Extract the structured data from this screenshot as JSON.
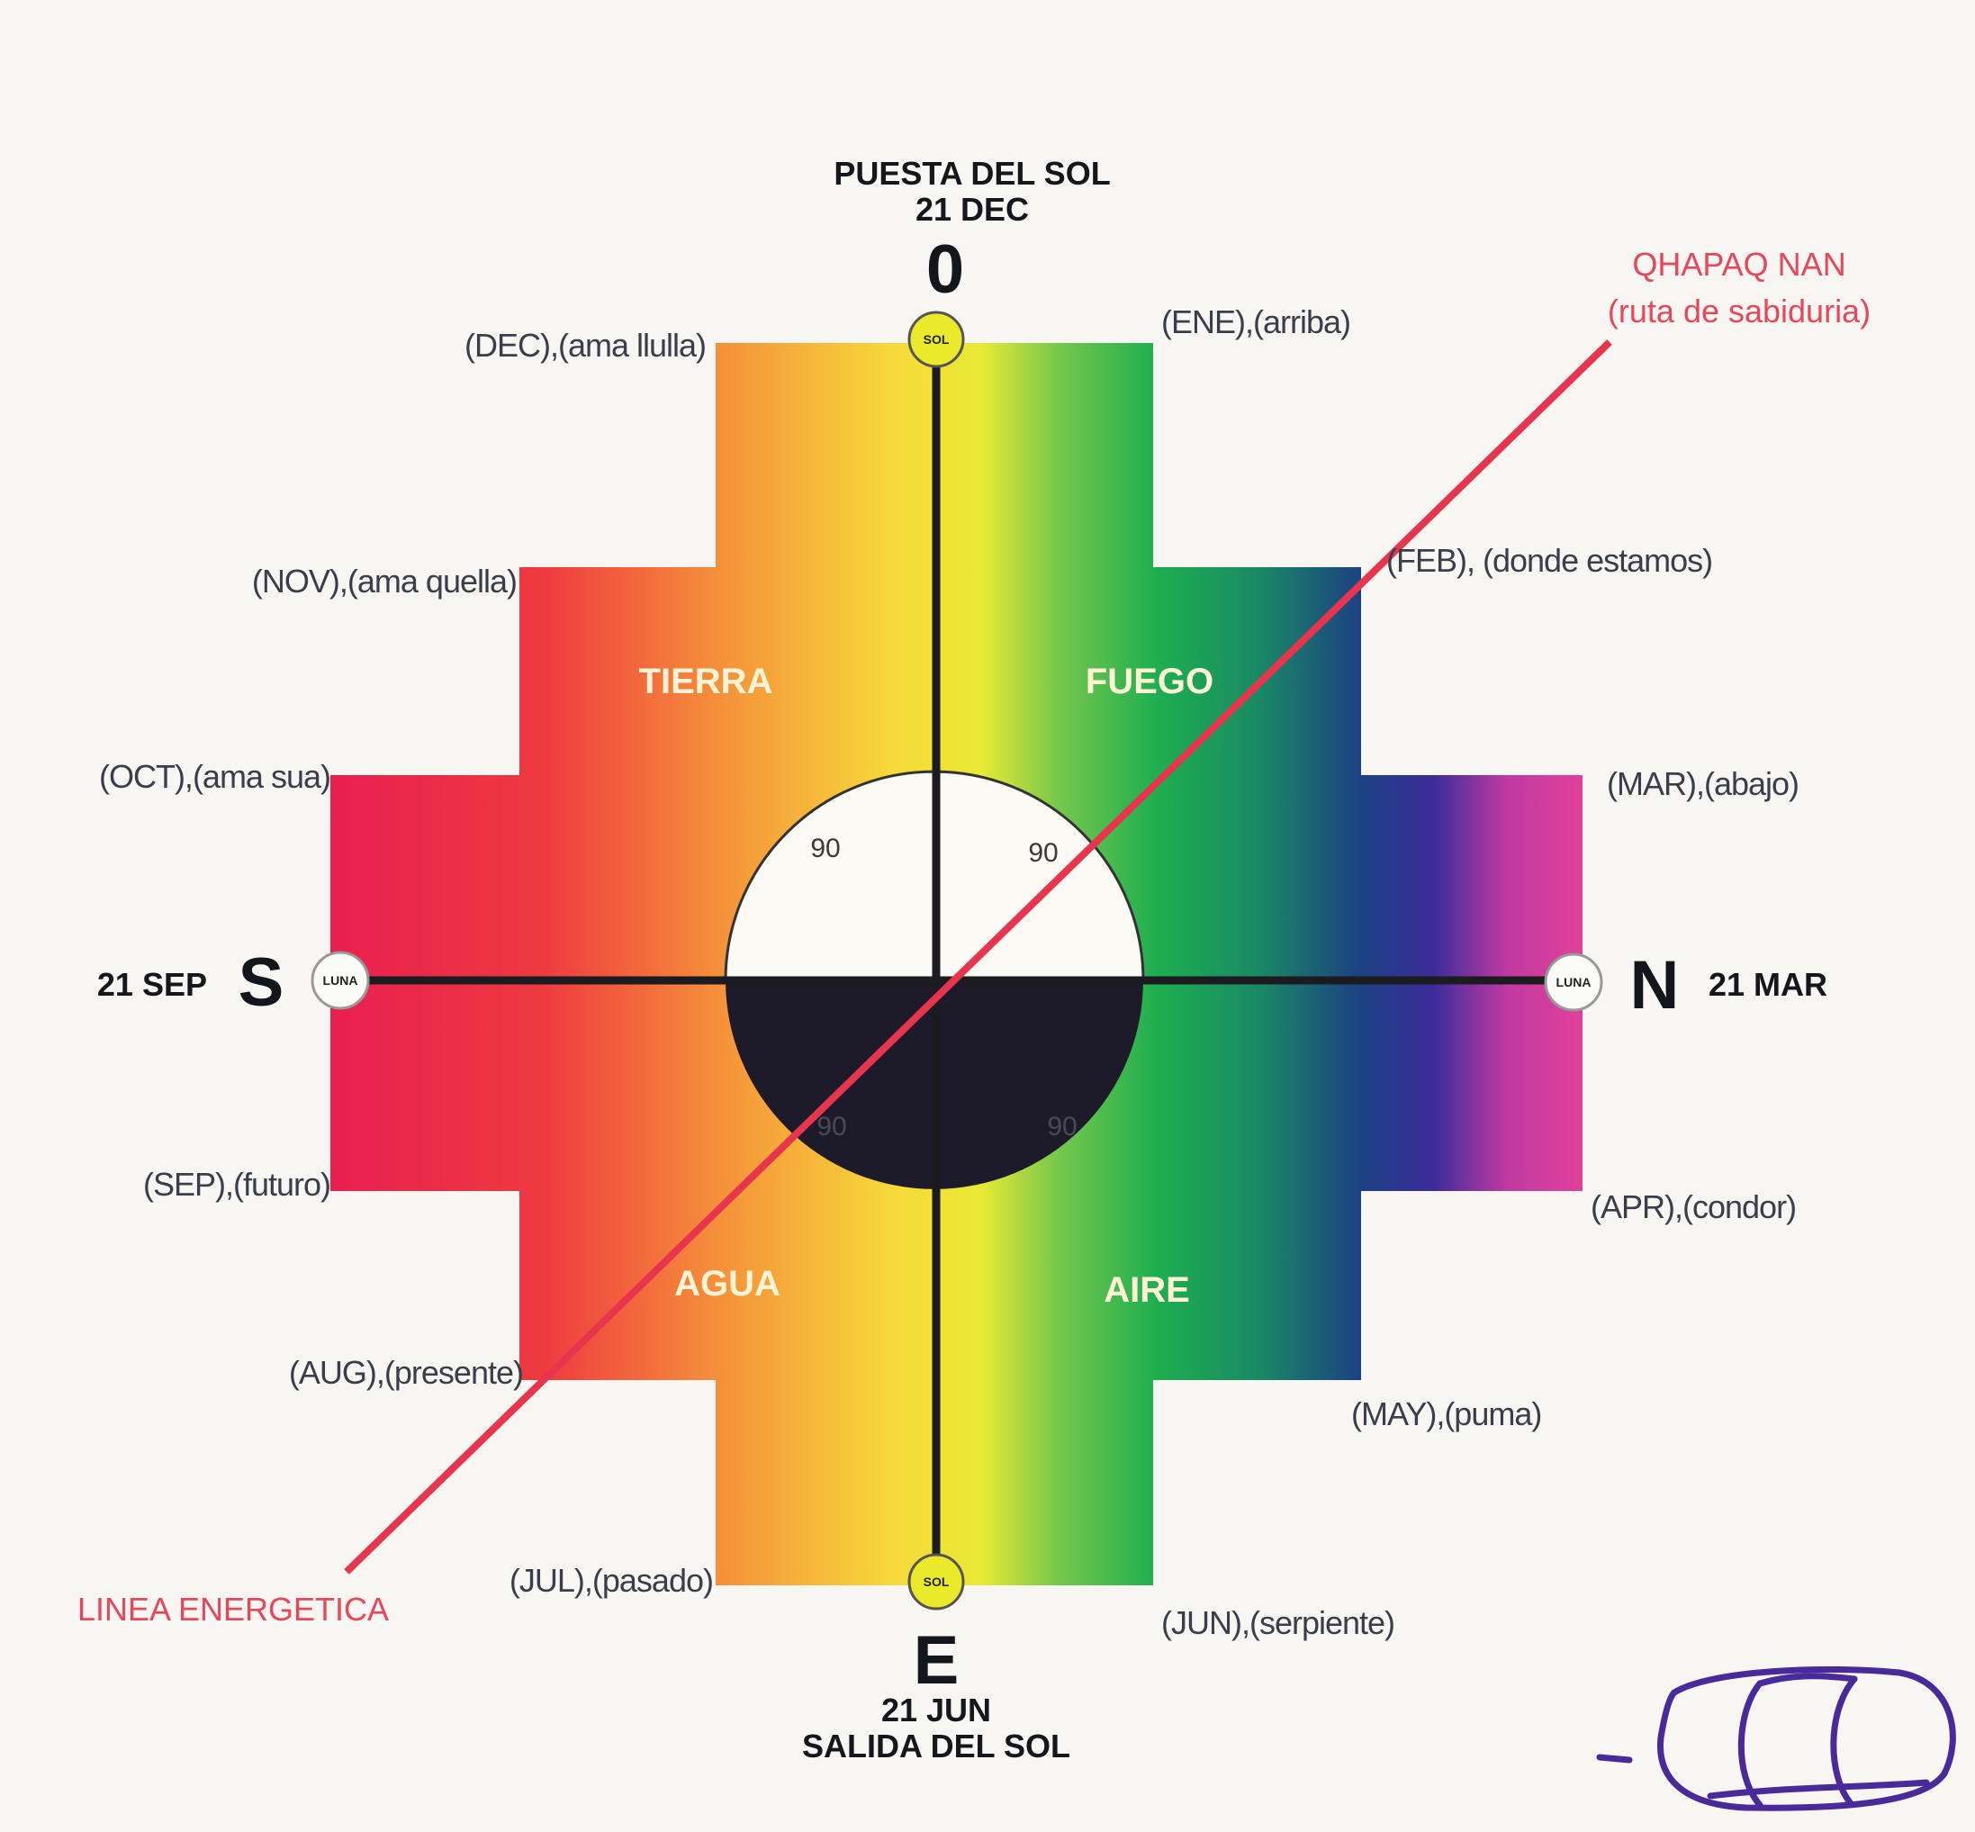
{
  "top": {
    "line1": "PUESTA DEL SOL",
    "line2": "21 DEC",
    "letter": "0"
  },
  "bottom": {
    "letter": "E",
    "line1": "21 JUN",
    "line2": "SALIDA DEL SOL"
  },
  "west": {
    "letter": "S",
    "date": "21 SEP"
  },
  "east": {
    "letter": "N",
    "date": "21 MAR"
  },
  "markers": {
    "sol": "SOL",
    "luna": "LUNA"
  },
  "months": {
    "dec": "(DEC),(ama llulla)",
    "nov": "(NOV),(ama quella)",
    "oct": "(OCT),(ama sua)",
    "sep": "(SEP),(futuro)",
    "aug": "(AUG),(presente)",
    "jul": "(JUL),(pasado)",
    "ene": "(ENE),(arriba)",
    "feb": "(FEB), (donde estamos)",
    "mar": "(MAR),(abajo)",
    "apr": "(APR),(condor)",
    "may": "(MAY),(puma)",
    "jun": "(JUN),(serpiente)"
  },
  "elements": {
    "tierra": "TIERRA",
    "fuego": "FUEGO",
    "agua": "AGUA",
    "aire": "AIRE"
  },
  "angles": {
    "a1": "90",
    "a2": "90",
    "a3": "90",
    "a4": "90"
  },
  "qhapaq": {
    "title": "QHAPAQ NAN",
    "subtitle": "(ruta de sabiduria)"
  },
  "linea": "LINEA ENERGETICA",
  "colors": {
    "red_line": "#e8354e",
    "dark": "#1b1b26",
    "signature": "#4a2a9a"
  }
}
